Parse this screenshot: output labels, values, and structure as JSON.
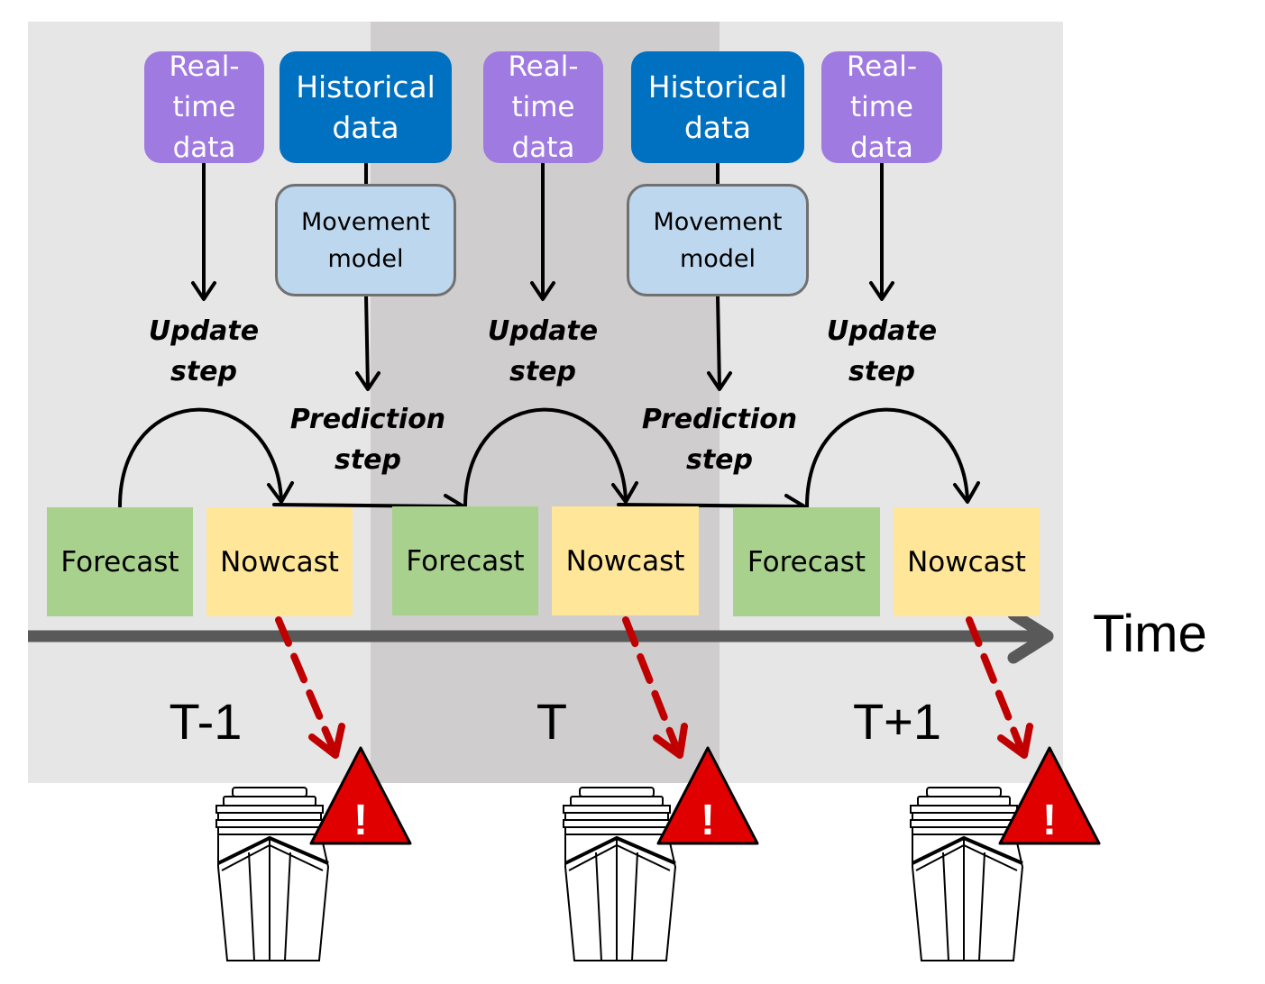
{
  "labels": {
    "realtime": "Real-\ntime\ndata",
    "historical": "Historical\ndata",
    "model": "Movement\nmodel",
    "update": "Update\nstep",
    "prediction": "Prediction\nstep",
    "forecast": "Forecast",
    "nowcast": "Nowcast",
    "time": "Time"
  },
  "periods": [
    "T-1",
    "T",
    "T+1"
  ],
  "alert_symbol": "!",
  "colors": {
    "band_light": "#e6e6e6",
    "band_dark": "#cfcdcd",
    "realtime": "#9f7ae0",
    "historical": "#0070c0",
    "model": "#bdd7ee",
    "forecast": "#a9d18e",
    "nowcast": "#ffe699",
    "timeline": "#595959",
    "alert_arrow": "#c00000",
    "warning": "#e00000"
  }
}
